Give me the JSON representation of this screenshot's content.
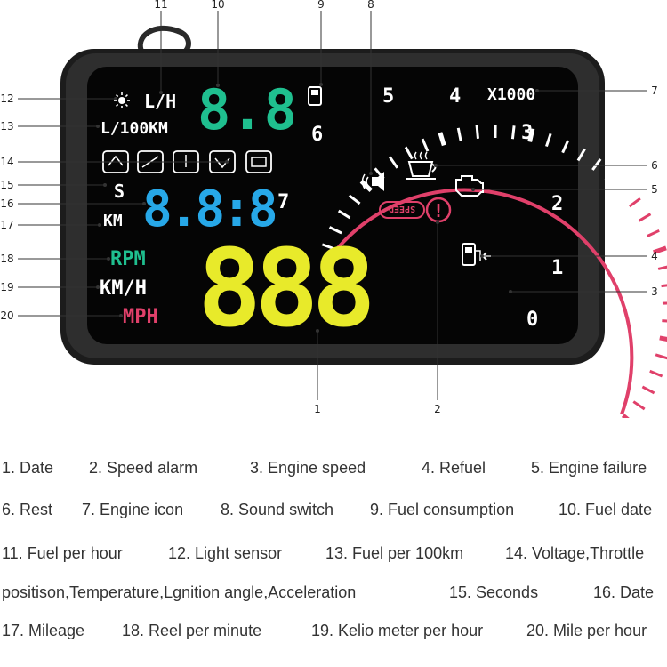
{
  "callouts": [
    "1",
    "2",
    "3",
    "4",
    "5",
    "6",
    "7",
    "8",
    "9",
    "10",
    "11",
    "12",
    "13",
    "14",
    "15",
    "16",
    "17",
    "18",
    "19",
    "20"
  ],
  "hud": {
    "x1000": "X1000",
    "lh_unit": "L/H",
    "l100km_unit": "L/100KM",
    "seconds_s": "S",
    "km_unit": "KM",
    "rpm_unit": "RPM",
    "kmh_unit": "KM/H",
    "mph_unit": "MPH",
    "speed_badge": "SPEED",
    "digit_fuel": "8.8",
    "digit_date": "8.8:8",
    "digit_speed": "888",
    "rpm_ticks": [
      "0",
      "1",
      "2",
      "3",
      "4",
      "5",
      "6",
      "7"
    ],
    "colors": {
      "green": "#1fbf8f",
      "blue": "#27a8e8",
      "yellow": "#e8ea2a",
      "red": "#e0406a",
      "body": "#222222",
      "screen": "#050505"
    }
  },
  "legend": {
    "row1": [
      "1. Date",
      "2. Speed alarm",
      "3. Engine speed",
      "4. Refuel",
      "5. Engine failure"
    ],
    "row2": [
      "6. Rest",
      "7. Engine icon",
      "8. Sound switch",
      "9. Fuel consumption",
      "10. Fuel date"
    ],
    "row3": [
      "11. Fuel per hour",
      "12. Light sensor",
      "13. Fuel per 100km",
      "14. Voltage,Throttle"
    ],
    "row4": [
      "positison,Temperature,Lgnition angle,Acceleration",
      "15. Seconds",
      "16. Date"
    ],
    "row5": [
      "17. Mileage",
      "18. Reel per minute",
      "19. Kelio meter per hour",
      "20. Mile per hour"
    ]
  }
}
